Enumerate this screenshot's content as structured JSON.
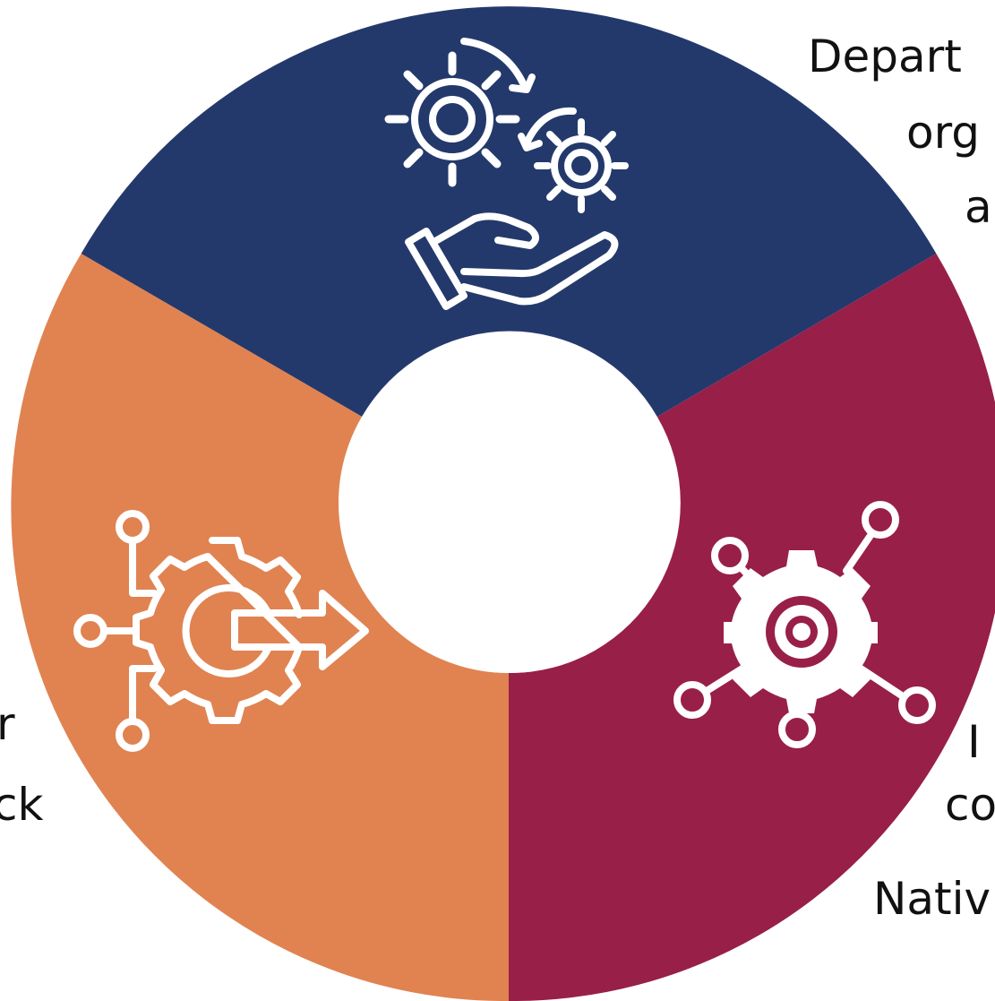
{
  "colors": {
    "top": "#24396b",
    "right": "#981f48",
    "left": "#e08351",
    "center": "#ffffff",
    "icon": "#ffffff"
  },
  "segments": [
    {
      "id": "top",
      "icon": "gears-in-hand-icon",
      "label_lines": [
        "Depart",
        "org",
        "a"
      ]
    },
    {
      "id": "right",
      "icon": "gear-network-icon",
      "label_lines": [
        "I",
        "co",
        "Nativ"
      ]
    },
    {
      "id": "left",
      "icon": "gear-arrow-process-icon",
      "label_lines": [
        "r",
        "ck"
      ]
    }
  ]
}
